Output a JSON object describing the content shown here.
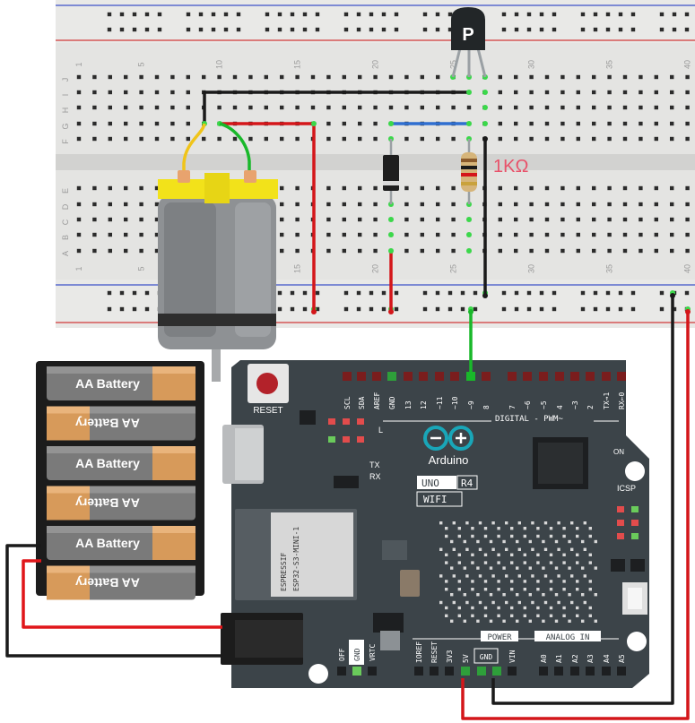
{
  "breadboard": {
    "column_numbers": [
      "1",
      "5",
      "10",
      "15",
      "20",
      "25",
      "30",
      "35",
      "40"
    ],
    "row_letters_top": [
      "J",
      "I",
      "H",
      "G",
      "F"
    ],
    "row_letters_bottom": [
      "E",
      "D",
      "C",
      "B",
      "A"
    ]
  },
  "resistor": {
    "label": "1KΩ"
  },
  "transistor": {
    "marking": "P"
  },
  "battery_pack": {
    "cells": [
      {
        "label": "AA Battery",
        "flipped": false
      },
      {
        "label": "AA Battery",
        "flipped": true
      },
      {
        "label": "AA Battery",
        "flipped": false
      },
      {
        "label": "AA Battery",
        "flipped": true
      },
      {
        "label": "AA Battery",
        "flipped": false
      },
      {
        "label": "AA Battery",
        "flipped": true
      }
    ]
  },
  "arduino": {
    "reset_label": "RESET",
    "logo_text": "Arduino",
    "model": "UNO",
    "revision": "R4",
    "variant": "WIFI",
    "digital_header_label": "DIGITAL - PWM~",
    "digital_pins": [
      "SCL",
      "SDA",
      "AREF",
      "GND",
      "13",
      "12",
      "~11",
      "~10",
      "~9",
      "8",
      "7",
      "~6",
      "~5",
      "4",
      "~3",
      "2",
      "TX→1",
      "RX←0"
    ],
    "power_label": "POWER",
    "analog_label": "ANALOG IN",
    "power_pins": [
      "IOREF",
      "RESET",
      "3V3",
      "5V",
      "GND",
      "VIN"
    ],
    "power_gnd_box": "GND",
    "analog_pins": [
      "A0",
      "A1",
      "A2",
      "A3",
      "A4",
      "A5"
    ],
    "module_brand": "ESPRESSIF",
    "module_name": "ESP32-S3-MINI-1",
    "led_labels": {
      "l": "L",
      "tx": "TX",
      "rx": "RX",
      "on": "ON",
      "icsp": "ICSP"
    },
    "vrtc_pins": [
      "OFF",
      "GND",
      "VRTC"
    ]
  },
  "colors": {
    "wire_black": "#1a1a1a",
    "wire_red": "#d4161a",
    "wire_green": "#19b82a",
    "wire_yellow": "#f0c419",
    "wire_blue": "#2f6fd0",
    "board_dark": "#3c4449",
    "breadboard": "#e3e3e1"
  }
}
